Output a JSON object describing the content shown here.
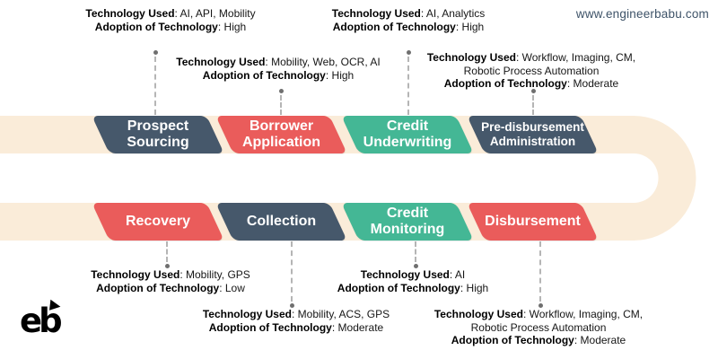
{
  "header": {
    "website": "www.engineerbabu.com"
  },
  "logo": {
    "text": "eb"
  },
  "palette": {
    "band": "#FAECD9",
    "slate": "#46586B",
    "red": "#EA5C5B",
    "teal": "#44B795",
    "annotation_text": "#161616",
    "connector": "#B5B5B5"
  },
  "stages": [
    {
      "id": "prospect-sourcing",
      "label": "Prospect\nSourcing",
      "color": "slate",
      "row": "top",
      "annotation": {
        "lines": [
          {
            "bold": "Technology Used",
            "rest": ": AI, API, Mobility"
          },
          {
            "bold": "Adoption of Technology",
            "rest": ": High"
          }
        ]
      }
    },
    {
      "id": "borrower-application",
      "label": "Borrower\nApplication",
      "color": "red",
      "row": "top",
      "annotation": {
        "lines": [
          {
            "bold": "Technology Used",
            "rest": ": Mobility, Web, OCR, AI"
          },
          {
            "bold": "Adoption of Technology",
            "rest": ": High"
          }
        ]
      }
    },
    {
      "id": "credit-underwriting",
      "label": "Credit\nUnderwriting",
      "color": "teal",
      "row": "top",
      "annotation": {
        "lines": [
          {
            "bold": "Technology Used",
            "rest": ": AI, Analytics"
          },
          {
            "bold": "Adoption of Technology",
            "rest": ": High"
          }
        ]
      }
    },
    {
      "id": "pre-disbursement-administration",
      "label": "Pre-disbursement\nAdministration",
      "color": "slate",
      "row": "top",
      "small": true,
      "annotation": {
        "lines": [
          {
            "bold": "Technology Used",
            "rest": ": Workflow, Imaging, CM,"
          },
          {
            "bold": "",
            "rest": "Robotic Process Automation"
          },
          {
            "bold": "Adoption of Technology",
            "rest": ": Moderate"
          }
        ]
      }
    },
    {
      "id": "recovery",
      "label": "Recovery",
      "color": "red",
      "row": "bottom",
      "annotation": {
        "lines": [
          {
            "bold": "Technology Used",
            "rest": ": Mobility, GPS"
          },
          {
            "bold": "Adoption of Technology",
            "rest": ": Low"
          }
        ]
      }
    },
    {
      "id": "collection",
      "label": "Collection",
      "color": "slate",
      "row": "bottom",
      "annotation": {
        "lines": [
          {
            "bold": "Technology Used",
            "rest": ": Mobility, ACS, GPS"
          },
          {
            "bold": "Adoption of Technology",
            "rest": ": Moderate"
          }
        ]
      }
    },
    {
      "id": "credit-monitoring",
      "label": "Credit\nMonitoring",
      "color": "teal",
      "row": "bottom",
      "annotation": {
        "lines": [
          {
            "bold": "Technology Used",
            "rest": ": AI"
          },
          {
            "bold": "Adoption of Technology",
            "rest": ": High"
          }
        ]
      }
    },
    {
      "id": "disbursement",
      "label": "Disbursement",
      "color": "red",
      "row": "bottom",
      "annotation": {
        "lines": [
          {
            "bold": "Technology Used",
            "rest": ": Workflow, Imaging, CM,"
          },
          {
            "bold": "",
            "rest": "Robotic Process Automation"
          },
          {
            "bold": "Adoption of Technology",
            "rest": ": Moderate"
          }
        ]
      }
    }
  ]
}
